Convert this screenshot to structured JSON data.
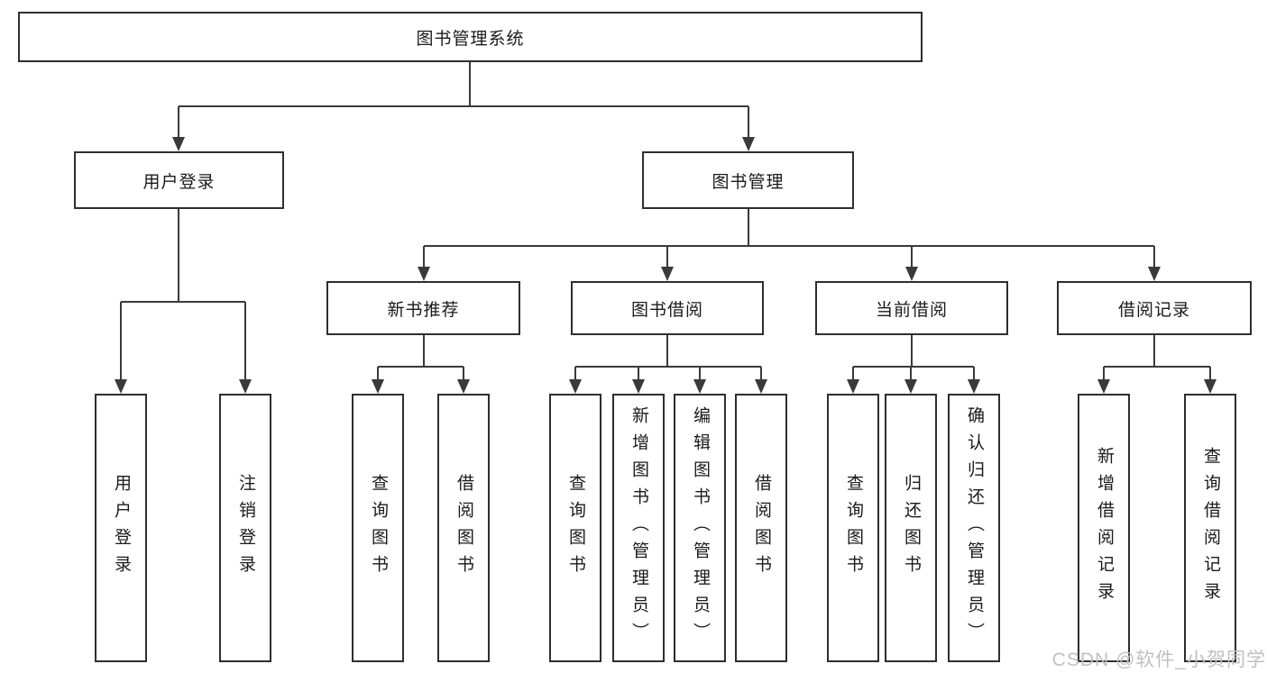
{
  "diagram": {
    "root": {
      "label": "图书管理系统"
    },
    "level2": {
      "user_login": "用户登录",
      "book_mgmt": "图书管理"
    },
    "level3": {
      "new_book": "新书推荐",
      "book_borrow": "图书借阅",
      "current_borrow": "当前借阅",
      "borrow_records": "借阅记录"
    },
    "leaves": {
      "user_login": [
        "用户登录",
        "注销登录"
      ],
      "new_book": [
        "查询图书",
        "借阅图书"
      ],
      "book_borrow": [
        "查询图书",
        "新增图书（管理员）",
        "编辑图书（管理员）",
        "借阅图书"
      ],
      "current_borrow": [
        "查询图书",
        "归还图书",
        "确认归还（管理员）"
      ],
      "borrow_records": [
        "新增借阅记录",
        "查询借阅记录"
      ]
    },
    "watermark": "CSDN @软件_小贺同学",
    "colors": {
      "background": "#ffffff",
      "box_border": "#2e2e2e",
      "line": "#3a3a3a",
      "text": "#1a1a1a",
      "watermark": "#c0c0c0"
    }
  }
}
